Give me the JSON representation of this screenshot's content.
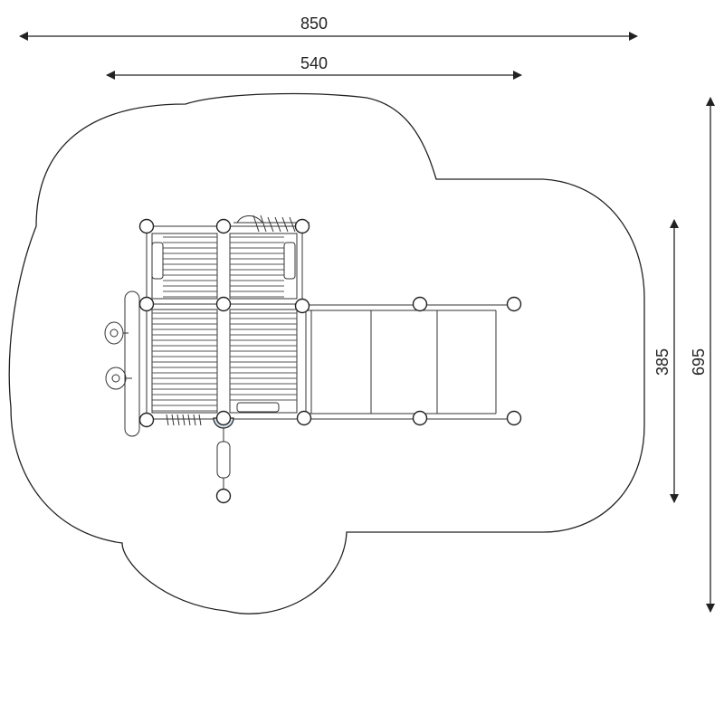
{
  "dimensions": {
    "overall_width": "850",
    "inner_width": "540",
    "inner_depth": "385",
    "overall_depth": "695"
  }
}
